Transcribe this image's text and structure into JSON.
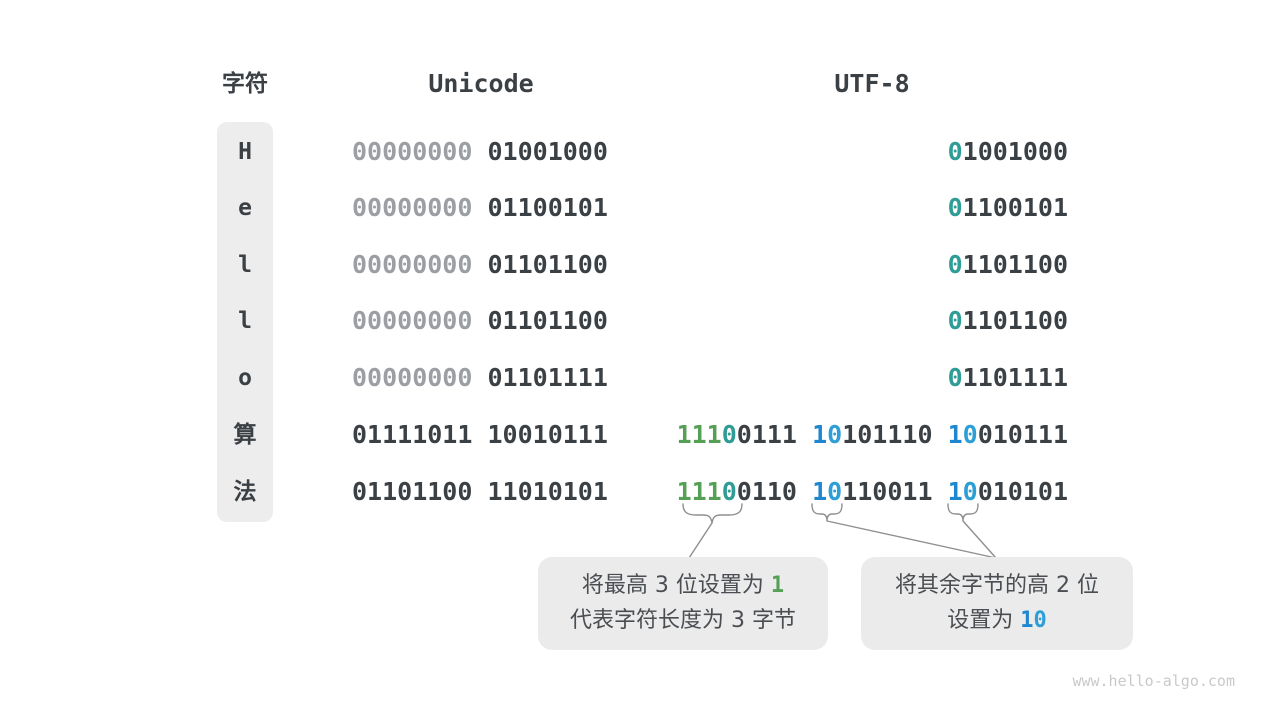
{
  "colors": {
    "dark": "#3b4045",
    "gray": "#9b9fa3",
    "green": "#55a055",
    "teal": "#2f9c95",
    "blue": "#1e87d0",
    "blue_light": "#2d9fd6",
    "text": "#4a4e52",
    "annotation_line": "#8f8f8f",
    "panel_bg": "#ededed",
    "callout_bg": "#ebebeb"
  },
  "header": {
    "char": "字符",
    "unicode": "Unicode",
    "utf8": "UTF-8"
  },
  "rows": [
    {
      "char": "H",
      "unicode": [
        {
          "t": "00000000",
          "c": "gray"
        },
        {
          "t": "01001000",
          "c": "dark"
        }
      ],
      "utf8": [
        [
          {
            "t": "0",
            "c": "teal"
          },
          {
            "t": "1001000",
            "c": "dark"
          }
        ]
      ]
    },
    {
      "char": "e",
      "unicode": [
        {
          "t": "00000000",
          "c": "gray"
        },
        {
          "t": "01100101",
          "c": "dark"
        }
      ],
      "utf8": [
        [
          {
            "t": "0",
            "c": "teal"
          },
          {
            "t": "1100101",
            "c": "dark"
          }
        ]
      ]
    },
    {
      "char": "l",
      "unicode": [
        {
          "t": "00000000",
          "c": "gray"
        },
        {
          "t": "01101100",
          "c": "dark"
        }
      ],
      "utf8": [
        [
          {
            "t": "0",
            "c": "teal"
          },
          {
            "t": "1101100",
            "c": "dark"
          }
        ]
      ]
    },
    {
      "char": "l",
      "unicode": [
        {
          "t": "00000000",
          "c": "gray"
        },
        {
          "t": "01101100",
          "c": "dark"
        }
      ],
      "utf8": [
        [
          {
            "t": "0",
            "c": "teal"
          },
          {
            "t": "1101100",
            "c": "dark"
          }
        ]
      ]
    },
    {
      "char": "o",
      "unicode": [
        {
          "t": "00000000",
          "c": "gray"
        },
        {
          "t": "01101111",
          "c": "dark"
        }
      ],
      "utf8": [
        [
          {
            "t": "0",
            "c": "teal"
          },
          {
            "t": "1101111",
            "c": "dark"
          }
        ]
      ]
    },
    {
      "char": "算",
      "unicode": [
        {
          "t": "01111011",
          "c": "dark"
        },
        {
          "t": "10010111",
          "c": "dark"
        }
      ],
      "utf8": [
        [
          {
            "t": "111",
            "c": "green"
          },
          {
            "t": "0",
            "c": "teal"
          },
          {
            "t": "0111",
            "c": "dark"
          }
        ],
        [
          {
            "t": "1",
            "c": "blue"
          },
          {
            "t": "0",
            "c": "blue_light"
          },
          {
            "t": "101110",
            "c": "dark"
          }
        ],
        [
          {
            "t": "1",
            "c": "blue"
          },
          {
            "t": "0",
            "c": "blue_light"
          },
          {
            "t": "010111",
            "c": "dark"
          }
        ]
      ]
    },
    {
      "char": "法",
      "unicode": [
        {
          "t": "01101100",
          "c": "dark"
        },
        {
          "t": "11010101",
          "c": "dark"
        }
      ],
      "utf8": [
        [
          {
            "t": "111",
            "c": "green"
          },
          {
            "t": "0",
            "c": "teal"
          },
          {
            "t": "0110",
            "c": "dark"
          }
        ],
        [
          {
            "t": "1",
            "c": "blue"
          },
          {
            "t": "0",
            "c": "blue_light"
          },
          {
            "t": "110011",
            "c": "dark"
          }
        ],
        [
          {
            "t": "1",
            "c": "blue"
          },
          {
            "t": "0",
            "c": "blue_light"
          },
          {
            "t": "010101",
            "c": "dark"
          }
        ]
      ]
    }
  ],
  "callouts": [
    {
      "lines": [
        [
          {
            "t": "将最高 3 位设置为 ",
            "c": "text"
          },
          {
            "t": "1",
            "c": "green",
            "mono": true
          }
        ],
        [
          {
            "t": "代表字符长度为 3 字节",
            "c": "text"
          }
        ]
      ]
    },
    {
      "lines": [
        [
          {
            "t": "将其余字节的高 2 位",
            "c": "text"
          }
        ],
        [
          {
            "t": "设置为 ",
            "c": "text"
          },
          {
            "t": "1",
            "c": "blue",
            "mono": true
          },
          {
            "t": "0",
            "c": "blue_light",
            "mono": true
          }
        ]
      ]
    }
  ],
  "watermark": "www.hello-algo.com"
}
